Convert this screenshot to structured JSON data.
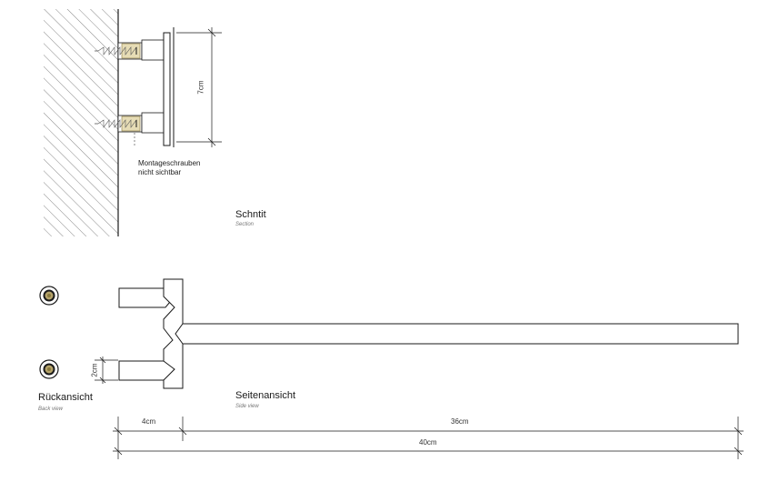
{
  "section": {
    "title": "Schntit",
    "subtitle": "Section",
    "note_line1": "Montageschrauben",
    "note_line2": "nicht sichtbar",
    "dim_height": "7cm"
  },
  "back_view": {
    "title": "Rückansicht",
    "subtitle": "Back view",
    "dim_small": "2cm"
  },
  "side_view": {
    "title": "Seitenansicht",
    "subtitle": "Side view",
    "dim_bracket": "4cm",
    "dim_arm": "36cm",
    "dim_total": "40cm"
  },
  "colors": {
    "line": "#1a1a1a",
    "hatch": "#555555",
    "brass": "#b5a36a",
    "screw_ring": "#8a7a3e"
  }
}
